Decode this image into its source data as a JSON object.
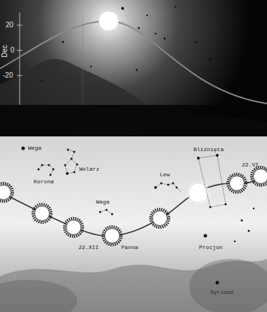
{
  "diagram": {
    "labels": [
      "Dec",
      "20",
      "0",
      "-20",
      "Wega",
      "Korona",
      "Wolarz",
      "Waga",
      "Lew",
      "Bliźnięta",
      "22.VI",
      "22.XII",
      "Panna",
      "Procjon",
      "Syriusz"
    ]
  }
}
